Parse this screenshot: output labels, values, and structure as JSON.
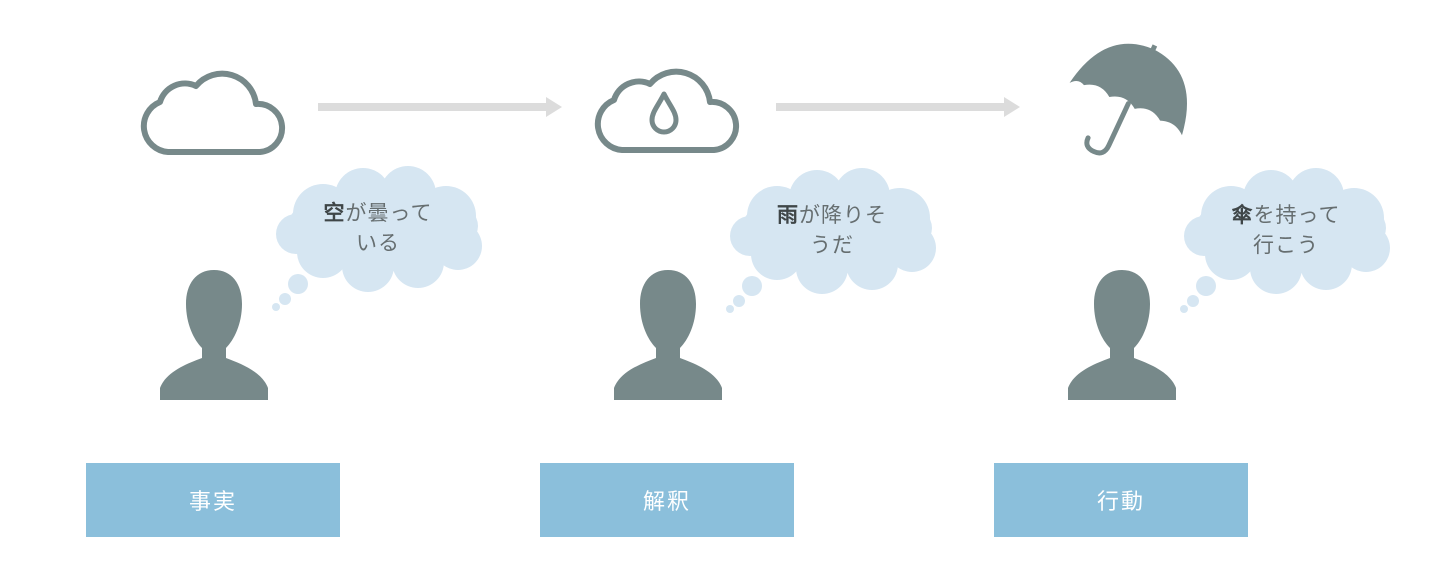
{
  "colors": {
    "icon_gray": "#77898a",
    "arrow_gray": "#dcdcdc",
    "bubble_blue": "#d6e6f2",
    "label_blue": "#8bbfdb",
    "label_text": "#ffffff",
    "bubble_text": "#666e70"
  },
  "stages": [
    {
      "icon": "cloud-icon",
      "thought": {
        "emphasis": "空",
        "line1_rest": "が曇って",
        "line2": "いる"
      },
      "label": "事実"
    },
    {
      "icon": "rain-cloud-icon",
      "thought": {
        "emphasis": "雨",
        "line1_rest": "が降りそ",
        "line2": "うだ"
      },
      "label": "解釈"
    },
    {
      "icon": "umbrella-icon",
      "thought": {
        "emphasis": "傘",
        "line1_rest": "を持って",
        "line2": "行こう"
      },
      "label": "行動"
    }
  ],
  "connectors": [
    "arrow-icon",
    "arrow-icon"
  ]
}
